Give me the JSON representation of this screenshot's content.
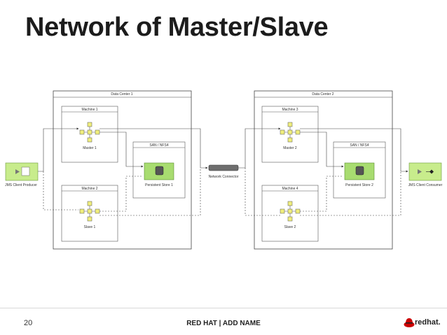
{
  "slide": {
    "title": "Network of Master/Slave",
    "page_number": "20",
    "footer": "RED HAT | ADD NAME",
    "logo_text": "redhat."
  },
  "diagram": {
    "data_centers": [
      "Data Center 1",
      "Data Center 2"
    ],
    "machines": [
      "Machine 1",
      "Machine 2",
      "Machine 3",
      "Machine 4"
    ],
    "brokers": [
      "Master 1",
      "Slave 1",
      "Master 2",
      "Slave 2"
    ],
    "san": [
      "SAN / NFS4",
      "SAN / NFS4"
    ],
    "stores": [
      "Persistent Store 1",
      "Persistent Store 2"
    ],
    "bridge": "Network Connector",
    "clients": [
      "JMS Client Producer",
      "JMS Client Consumer"
    ]
  },
  "colors": {
    "client_green": "#c8ec8c",
    "broker_yellow": "#f0ee7c",
    "store_green": "#a8dc70",
    "logo_red": "#cc0000"
  }
}
